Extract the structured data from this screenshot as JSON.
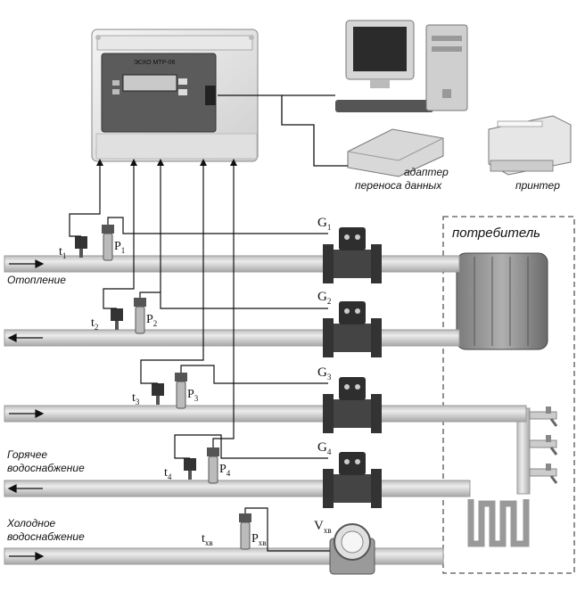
{
  "device": {
    "brand": "ЭСКО МТР-06"
  },
  "peripherals": {
    "adapter_label_line1": "адаптер",
    "adapter_label_line2": "переноса данных",
    "printer_label": "принтер",
    "computer_name": "computer-icon"
  },
  "consumer": {
    "title": "потребитель"
  },
  "pipes": [
    {
      "label": "Отопление",
      "direction": "right",
      "t_main": "t",
      "t_sub": "1",
      "p_main": "P",
      "p_sub": "1",
      "g_main": "G",
      "g_sub": "1"
    },
    {
      "label": "",
      "direction": "left",
      "t_main": "t",
      "t_sub": "2",
      "p_main": "P",
      "p_sub": "2",
      "g_main": "G",
      "g_sub": "2"
    },
    {
      "label": "",
      "direction": "right",
      "t_main": "t",
      "t_sub": "3",
      "p_main": "P",
      "p_sub": "3",
      "g_main": "G",
      "g_sub": "3"
    },
    {
      "label_line1": "Горячее",
      "label_line2": "водоснабжение",
      "direction": "left",
      "t_main": "t",
      "t_sub": "4",
      "p_main": "P",
      "p_sub": "4",
      "g_main": "G",
      "g_sub": "4"
    },
    {
      "label_line1": "Холодное",
      "label_line2": "водоснабжение",
      "direction": "right",
      "t_main": "t",
      "t_sub": "хв",
      "p_main": "P",
      "p_sub": "хв",
      "v_main": "V",
      "v_sub": "хв"
    }
  ],
  "colors": {
    "pipe": "#d4d4d4",
    "pipe_edge": "#9a9a9a",
    "flowmeter": "#3a3a3a",
    "dashed_border": "#555555"
  }
}
